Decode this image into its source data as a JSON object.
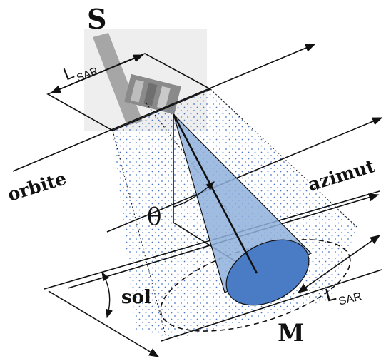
{
  "labels": {
    "satellite": "S",
    "l_sar_top": "L",
    "l_sar_top_sub": "SAR",
    "orbit": "orbite",
    "azimuth": "azimut",
    "theta": "θ",
    "ground": "sol",
    "l_sar_bottom": "L",
    "l_sar_bottom_sub": "SAR",
    "target": "M"
  },
  "colors": {
    "cone_fill": "#8fb0dc",
    "ellipse_fill": "#4a7cc6",
    "dots": "#3f6fc4",
    "line": "#111111",
    "satellite_box": "#ececec"
  }
}
